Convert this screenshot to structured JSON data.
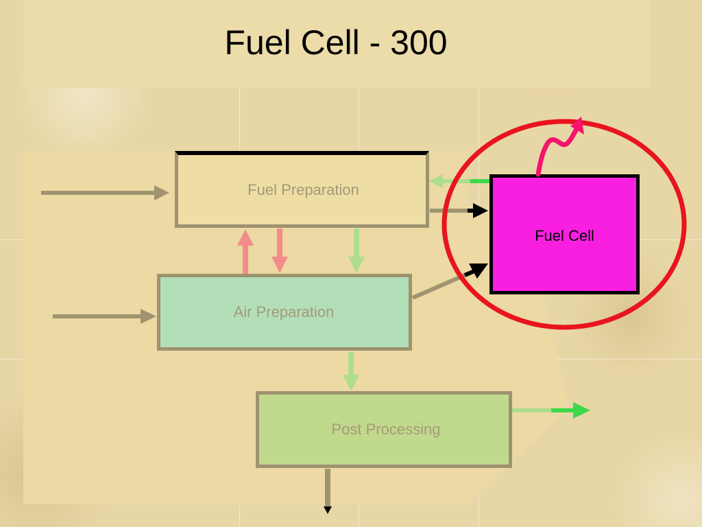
{
  "slide": {
    "title": "Fuel Cell - 300"
  },
  "diagram": {
    "fuel_preparation": "Fuel Preparation",
    "air_preparation": "Air Preparation",
    "post_processing": "Post Processing",
    "fuel_cell": "Fuel Cell"
  },
  "colors": {
    "background": "#e8d7a6",
    "fuel_preparation": "#eedea4",
    "air_preparation": "#b3dfb8",
    "post_processing": "#c1d98c",
    "fuel_cell": "#f91fe1",
    "highlight_circle": "#e8141e",
    "box_border": "#9e9270",
    "arrow_gray": "#a09470",
    "arrow_pink": "#f48b8b",
    "arrow_light_green": "#aedd8c",
    "arrow_green": "#3ed94a",
    "arrow_black": "#000000",
    "exhaust_arrow": "#f5146e"
  }
}
